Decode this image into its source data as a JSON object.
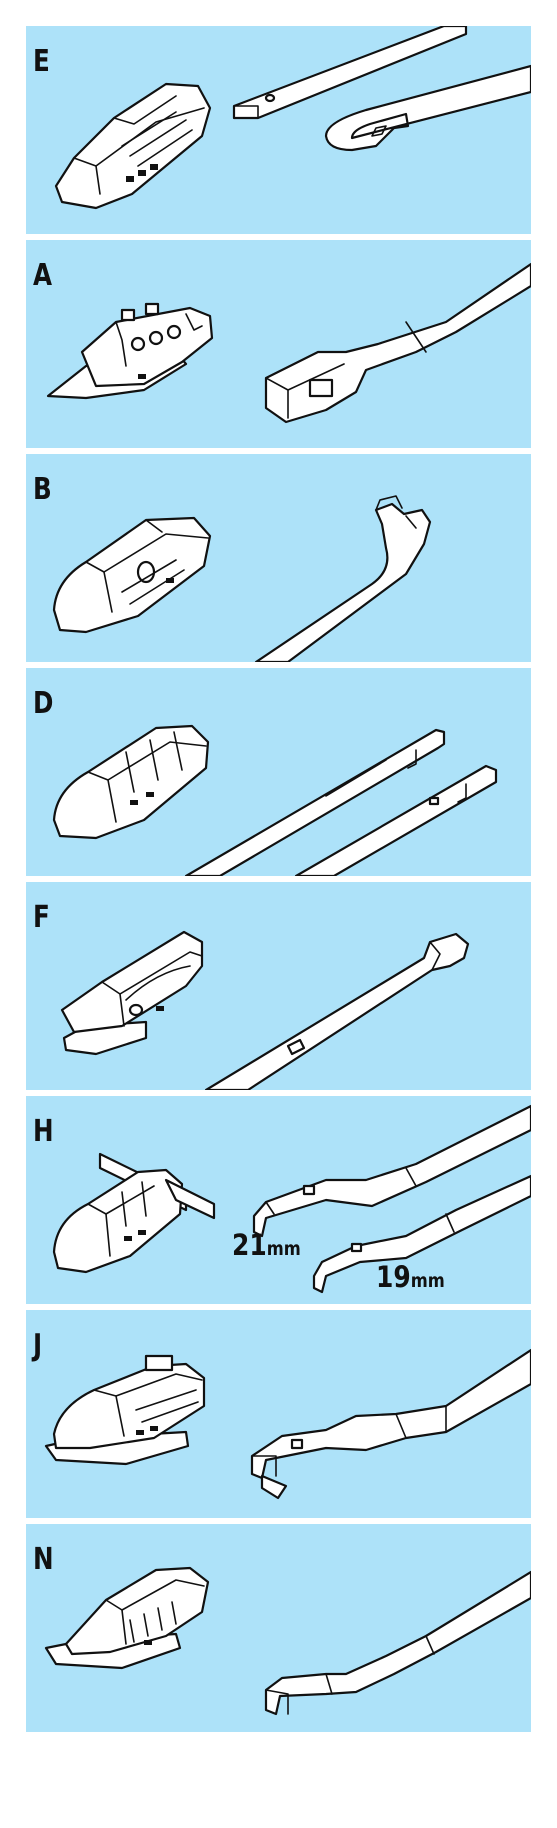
{
  "panels": [
    {
      "code": "E"
    },
    {
      "code": "A"
    },
    {
      "code": "B"
    },
    {
      "code": "D"
    },
    {
      "code": "F"
    },
    {
      "code": "H",
      "sizes": [
        {
          "number": "21",
          "unit": "mm"
        },
        {
          "number": "19",
          "unit": "mm"
        }
      ]
    },
    {
      "code": "J"
    },
    {
      "code": "N"
    }
  ],
  "colors": {
    "panel_background": "#ade2f9",
    "line": "#111111",
    "fill": "#ffffff"
  }
}
